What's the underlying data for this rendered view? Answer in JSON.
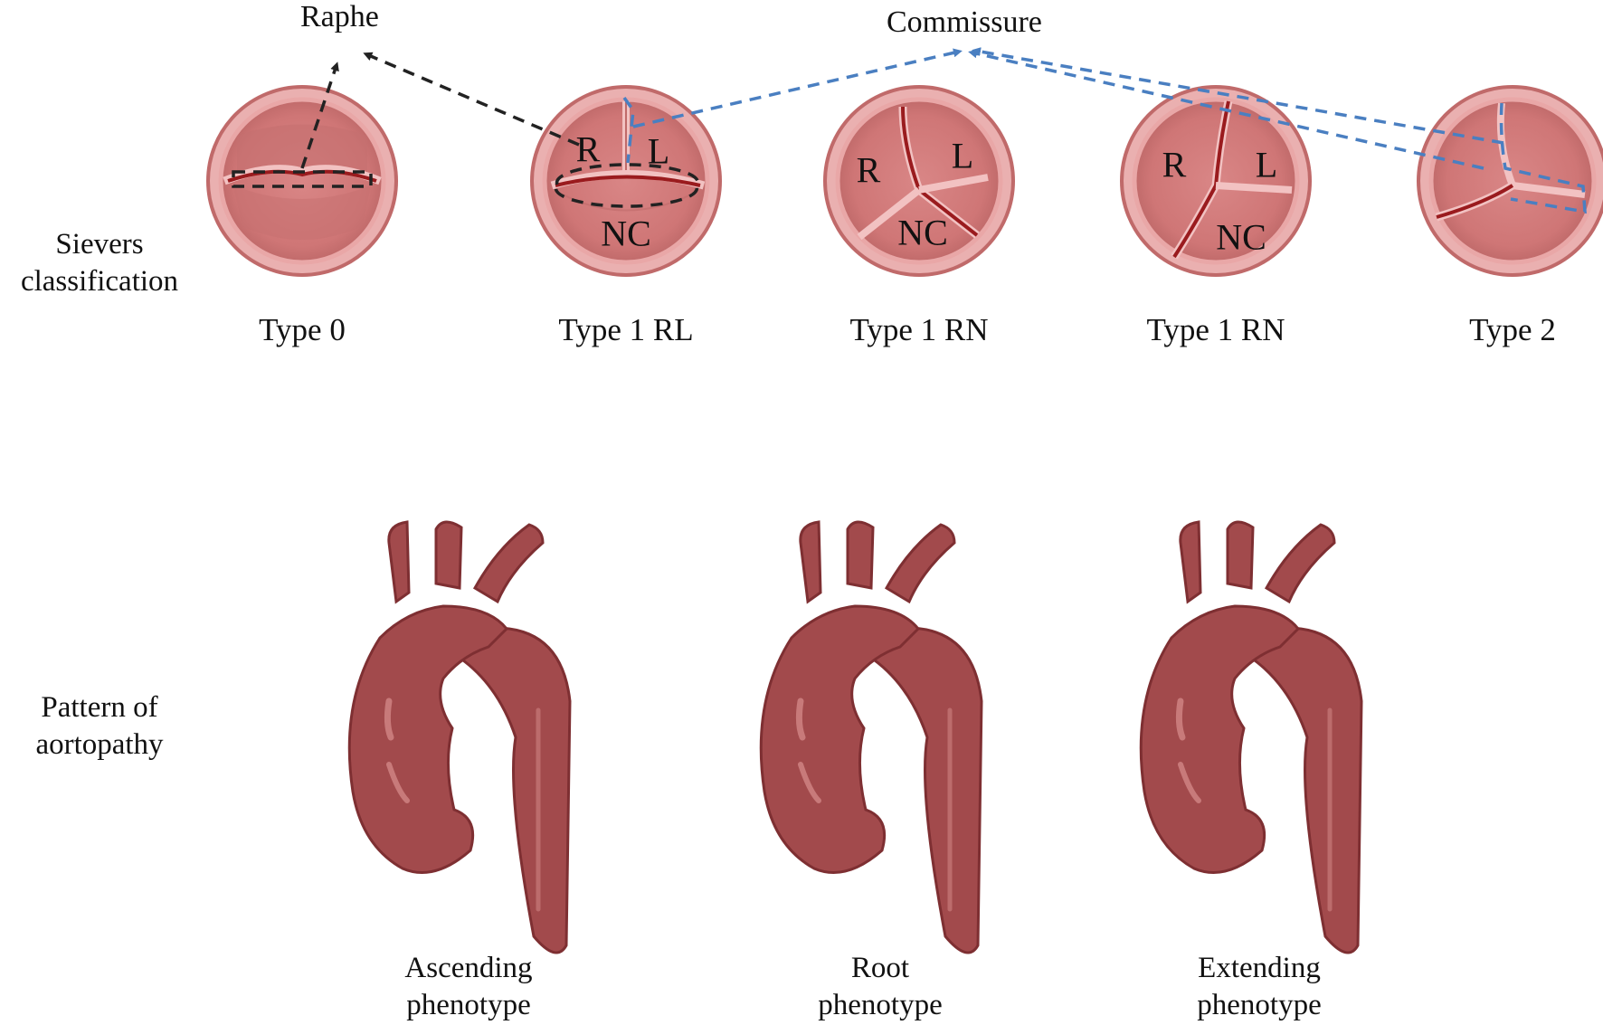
{
  "annotations": {
    "raphe": "Raphe",
    "commissure": "Commissure"
  },
  "sections": {
    "sievers": [
      "Sievers",
      "classification"
    ],
    "aortopathy": [
      "Pattern of",
      "aortopathy"
    ]
  },
  "valves": [
    {
      "type_label": "Type 0",
      "leaflets": []
    },
    {
      "type_label": "Type 1 RL",
      "leaflets": [
        "R",
        "L",
        "NC"
      ]
    },
    {
      "type_label": "Type 1 RN",
      "leaflets": [
        "R",
        "L",
        "NC"
      ]
    },
    {
      "type_label": "Type 1 RN",
      "leaflets": [
        "R",
        "L",
        "NC"
      ]
    },
    {
      "type_label": "Type 2",
      "leaflets": []
    }
  ],
  "phenotypes": [
    {
      "line1": "Ascending",
      "line2": "phenotype"
    },
    {
      "line1": "Root",
      "line2": "phenotype"
    },
    {
      "line1": "Extending",
      "line2": "phenotype"
    }
  ],
  "colors": {
    "valve_ring": "#e8a3a3",
    "valve_rim": "#c97777",
    "leaflet": "#d57f80",
    "leaflet_fill": "#cd7676",
    "raphe_line": "#9a1b1e",
    "aorta": "#a24a4c",
    "aorta_dark": "#7e2f32",
    "aorta_highlight": "#c87a7a",
    "arrow_black": "#222222",
    "arrow_blue": "#4a7fc1"
  }
}
